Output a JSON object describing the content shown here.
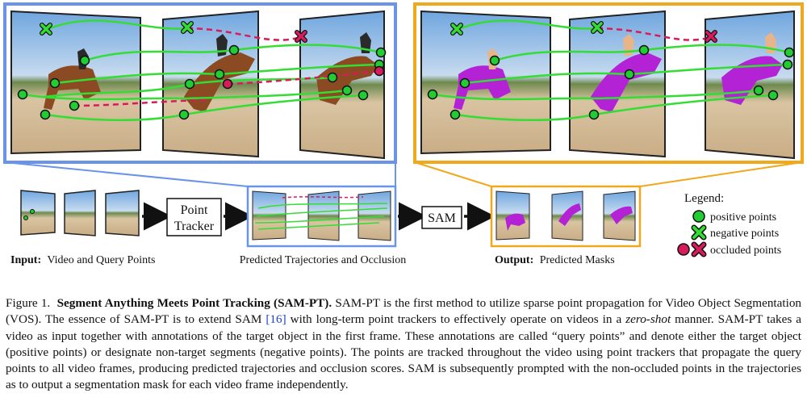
{
  "colors": {
    "panel_blue": "#6b93e8",
    "panel_orange": "#f0a81c",
    "positive": "#22cc33",
    "negative": "#33cc33",
    "occluded": "#d81b5a",
    "trajectory": "#33dd33",
    "occluded_trajectory": "#d81b5a",
    "mask": "#b422d6"
  },
  "icons": {
    "positive": "green-circle-icon",
    "negative": "green-cross-icon",
    "occluded": "pink-circle-and-cross-icon",
    "arrow": "right-arrow-icon"
  },
  "pipeline": {
    "point_tracker_line1": "Point",
    "point_tracker_line2": "Tracker",
    "sam_label": "SAM"
  },
  "labels": {
    "input_bold": "Input:",
    "input_rest": "Video and Query Points",
    "trajectories": "Predicted Trajectories and Occlusion",
    "output_bold": "Output:",
    "output_rest": "Predicted Masks"
  },
  "legend": {
    "title": "Legend:",
    "positive": "positive points",
    "negative": "negative points",
    "occluded": "occluded points"
  },
  "caption": {
    "prefix": "Figure 1.",
    "title": "Segment Anything Meets Point Tracking (SAM-PT).",
    "part1": " SAM-PT is the first method to utilize sparse point propagation for Video Object Segmentation (VOS). The essence of SAM-PT is to extend SAM ",
    "ref": "[16]",
    "part2": " with long-term point trackers to effectively operate on videos in a ",
    "italic": "zero-shot",
    "part3": " manner. SAM-PT takes a video as input together with annotations of the target object in the first frame. These annotations are called “query points” and denote either the target object (positive points) or designate non-target segments (negative points). The points are tracked throughout the video using point trackers that propagate the query points to all video frames, producing predicted trajectories and occlusion scores. SAM is subsequently prompted with the non-occluded points in the trajectories as to output a segmentation mask for each video frame independently."
  }
}
